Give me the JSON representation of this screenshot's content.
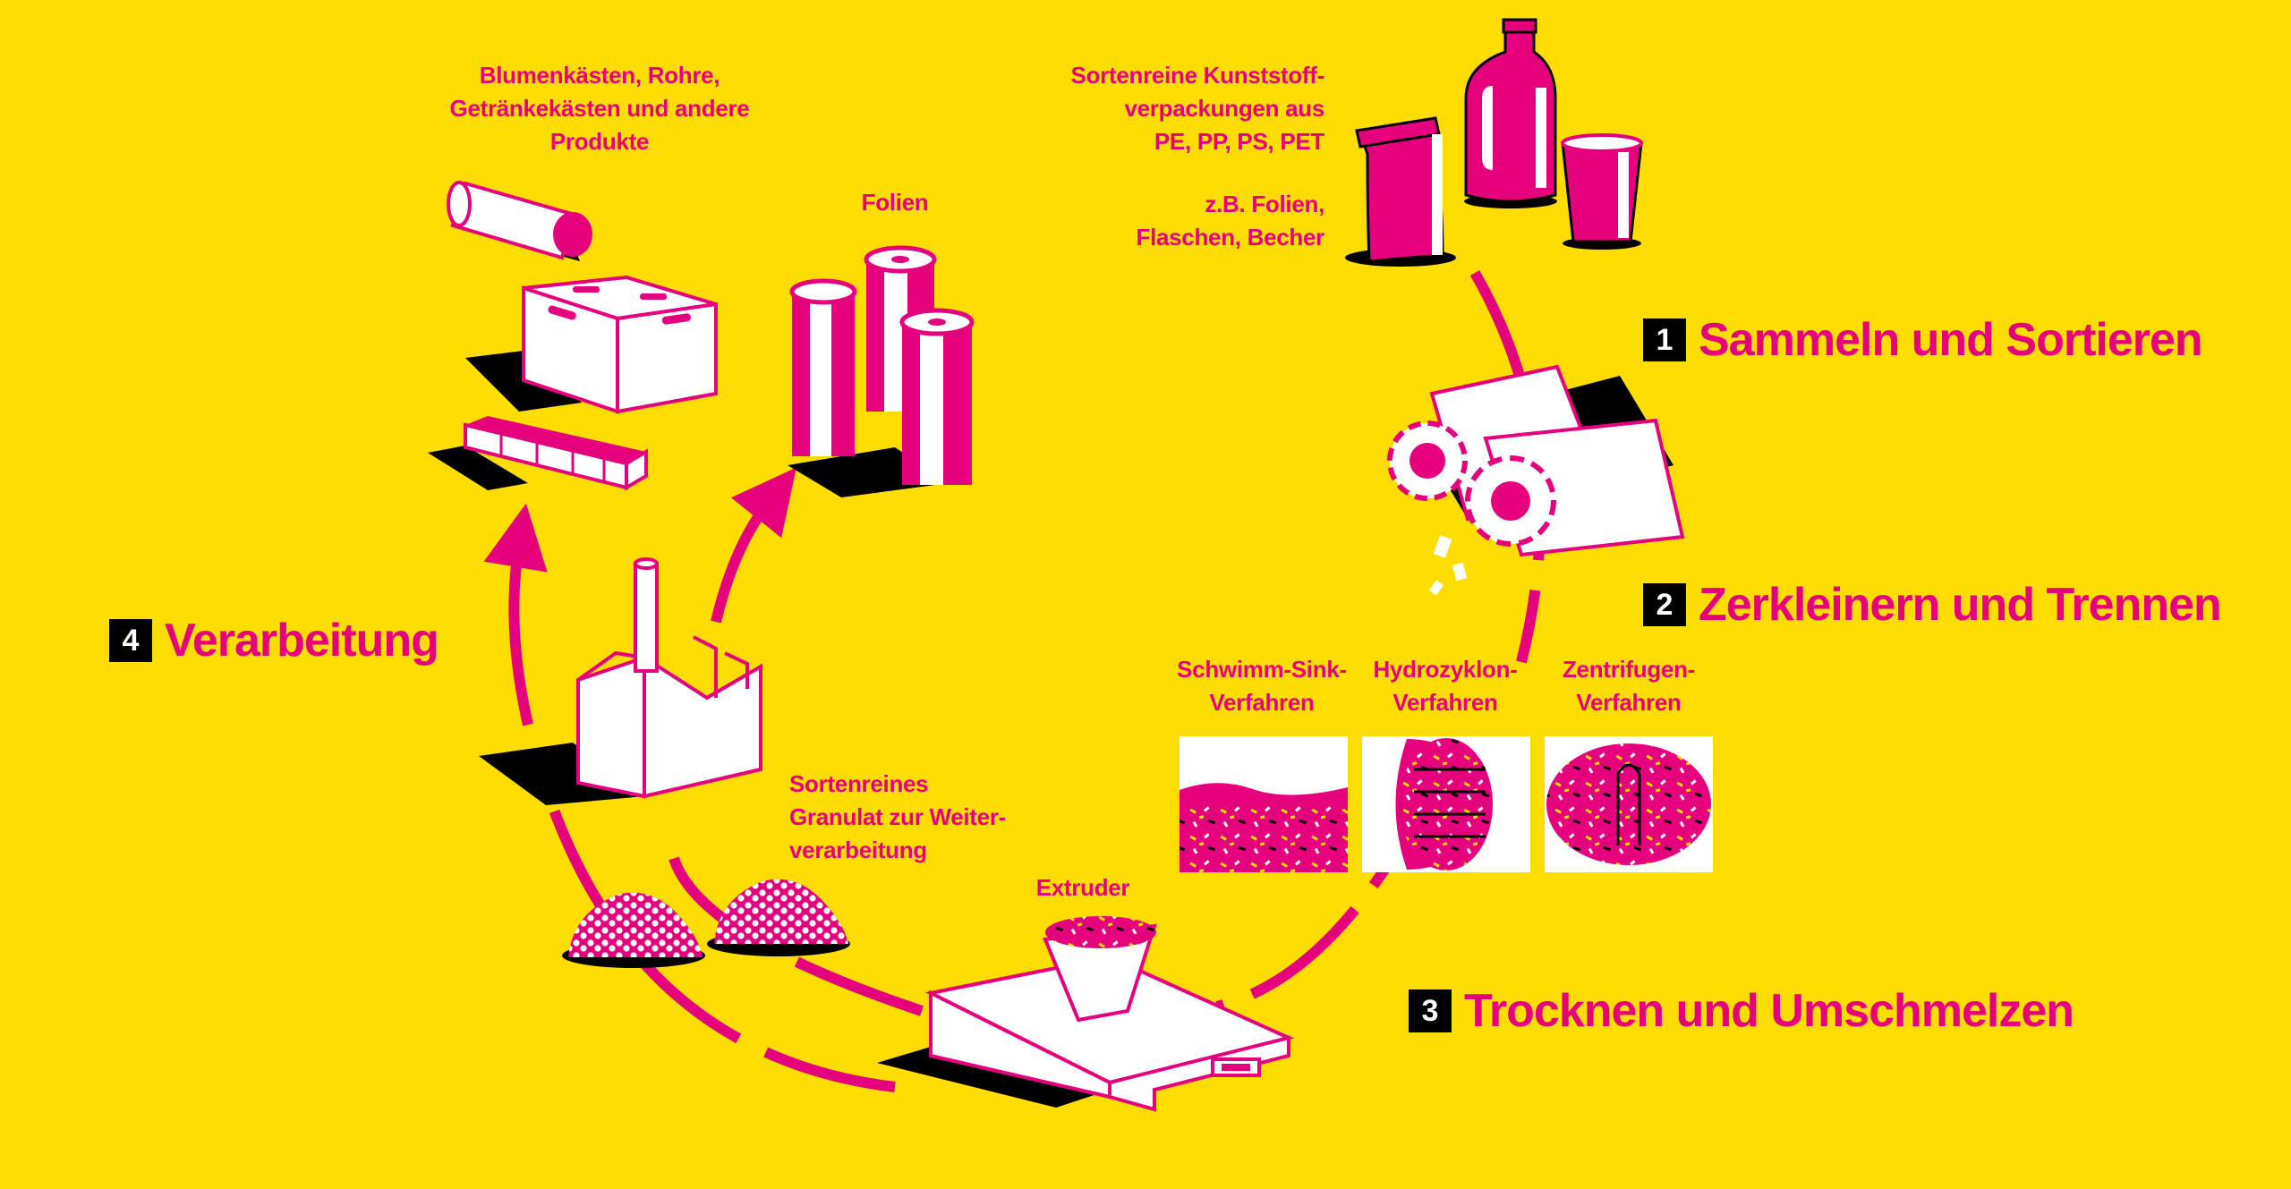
{
  "colors": {
    "background": "#FFDD00",
    "accent": "#E5007D",
    "ink": "#000000",
    "white": "#FFFFFF"
  },
  "stages": [
    {
      "number": "1",
      "title": "Sammeln und Sortieren"
    },
    {
      "number": "2",
      "title": "Zerkleinern und Trennen"
    },
    {
      "number": "3",
      "title": "Trocknen und Umschmelzen"
    },
    {
      "number": "4",
      "title": "Verarbeitung"
    }
  ],
  "labels": {
    "packaging": [
      "Sortenreine Kunststoff-",
      "verpackungen aus",
      "PE, PP, PS, PET"
    ],
    "examples": [
      "z.B. Folien,",
      "Flaschen, Becher"
    ],
    "products": [
      "Blumenkästen, Rohre,",
      "Getränkekästen und andere",
      "Produkte"
    ],
    "films": [
      "Folien"
    ],
    "granulate": [
      "Sortenreines",
      "Granulat zur Weiter-",
      "verarbeitung"
    ],
    "extruder": [
      "Extruder"
    ],
    "sink_float": [
      "Schwimm-Sink-",
      "Verfahren"
    ],
    "hydrocyclone": [
      "Hydrozyklon-",
      "Verfahren"
    ],
    "centrifuge": [
      "Zentrifugen-",
      "Verfahren"
    ]
  },
  "icons": [
    "plastic-bag-icon",
    "bottle-icon",
    "cup-icon",
    "shredder-gears-icon",
    "sink-float-tank-icon",
    "hydrocyclone-icon",
    "centrifuge-icon",
    "extruder-icon",
    "granulate-pile-icon",
    "factory-icon",
    "film-rolls-icon",
    "pipe-icon",
    "crate-icon",
    "flower-box-icon"
  ]
}
